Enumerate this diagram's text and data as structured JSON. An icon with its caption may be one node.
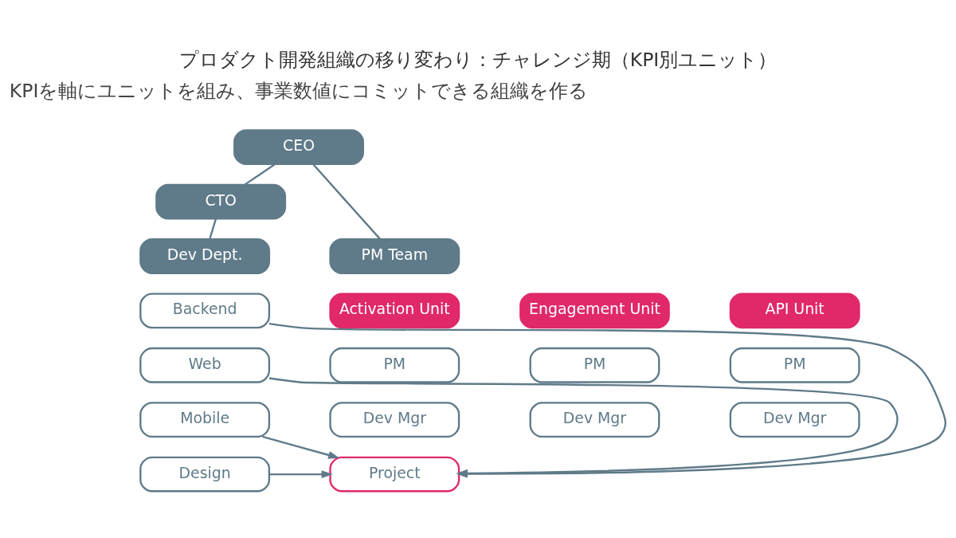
{
  "diagram": {
    "title": "プロダクト開発組織の移り変わり：チャレンジ期（KPI別ユニット）",
    "nodes": [
      {
        "text": [
          "CEO"
        ]
      },
      {
        "text": [
          "CTO"
        ]
      },
      {
        "text": [
          "Dev Dept."
        ]
      },
      {
        "text": [
          "PM Team"
        ]
      },
      {
        "text": [
          "Backend"
        ]
      },
      {
        "text": [
          "Web"
        ]
      },
      {
        "text": [
          "Mobile"
        ]
      },
      {
        "text": [
          "Design"
        ]
      },
      {
        "text": [
          "Activation Unit"
        ]
      },
      {
        "text": [
          "Engagement Unit"
        ]
      },
      {
        "text": [
          "API Unit"
        ]
      },
      {
        "text": [
          "PM"
        ]
      },
      {
        "text": [
          "Dev Mgr"
        ]
      },
      {
        "text": [
          "Project"
        ]
      },
      {
        "text": [
          "PM"
        ]
      },
      {
        "text": [
          "Dev Mgr"
        ]
      },
      {
        "text": [
          "PM"
        ]
      },
      {
        "text": [
          "Dev Mgr"
        ]
      }
    ],
    "edges": [
      {
        "from": 0,
        "to": 1,
        "arrow": "none"
      },
      {
        "from": 0,
        "to": 3,
        "arrow": "none"
      },
      {
        "from": 1,
        "to": 2,
        "arrow": "none"
      },
      {
        "from": 4,
        "to": 13,
        "arrow": "to"
      },
      {
        "from": 5,
        "to": 13,
        "arrow": "to"
      },
      {
        "from": 6,
        "to": 13,
        "arrow": "to"
      },
      {
        "from": 7,
        "to": 13,
        "arrow": "to"
      }
    ],
    "labels": [
      "KPIを軸にユニットを組み、事業数値にコミットできる組織を作る"
    ]
  }
}
